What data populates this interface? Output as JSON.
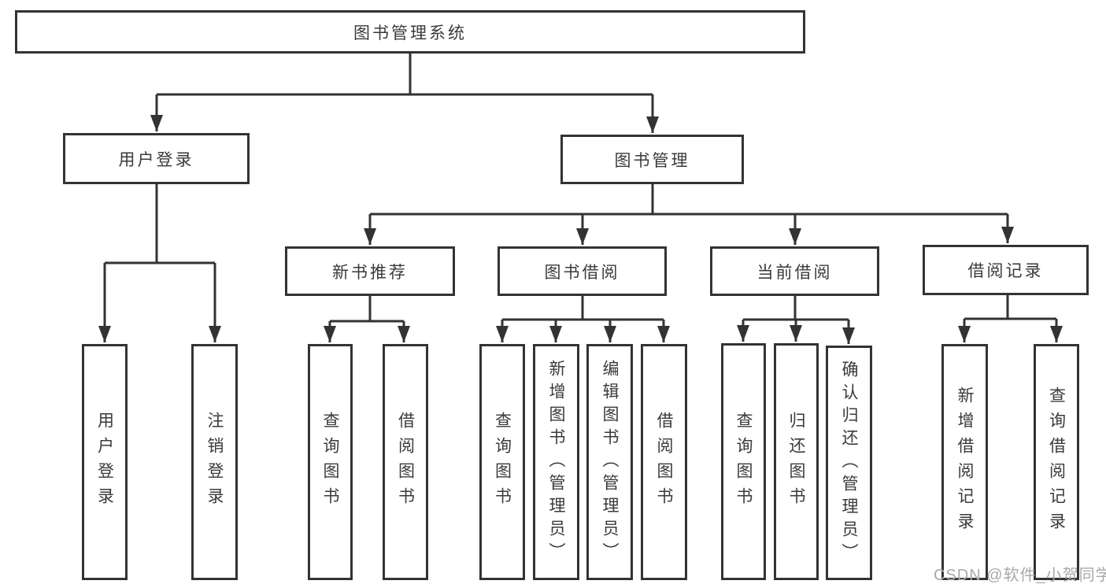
{
  "diagram": {
    "root": {
      "label": "图书管理系统"
    },
    "level2": {
      "user_login": {
        "label": "用户登录"
      },
      "book_mgmt": {
        "label": "图书管理"
      }
    },
    "level3": {
      "new_book": {
        "label": "新书推荐"
      },
      "book_borrow": {
        "label": "图书借阅"
      },
      "current_borrow": {
        "label": "当前借阅"
      },
      "borrow_records": {
        "label": "借阅记录"
      }
    },
    "leaves": {
      "user_login": [
        "用户登录",
        "注销登录"
      ],
      "new_book": [
        "查询图书",
        "借阅图书"
      ],
      "book_borrow": [
        "查询图书",
        "新增图书（管理员）",
        "编辑图书（管理员）",
        "借阅图书"
      ],
      "current_borrow": [
        "查询图书",
        "归还图书",
        "确认归还（管理员）"
      ],
      "borrow_records": [
        "新增借阅记录",
        "查询借阅记录"
      ]
    },
    "colors": {
      "line": "#333333",
      "text": "#3a3a3a",
      "watermark": "#a9a9a9",
      "background": "#ffffff"
    }
  },
  "watermark": {
    "text": "CSDN @软件_小贺同学"
  }
}
